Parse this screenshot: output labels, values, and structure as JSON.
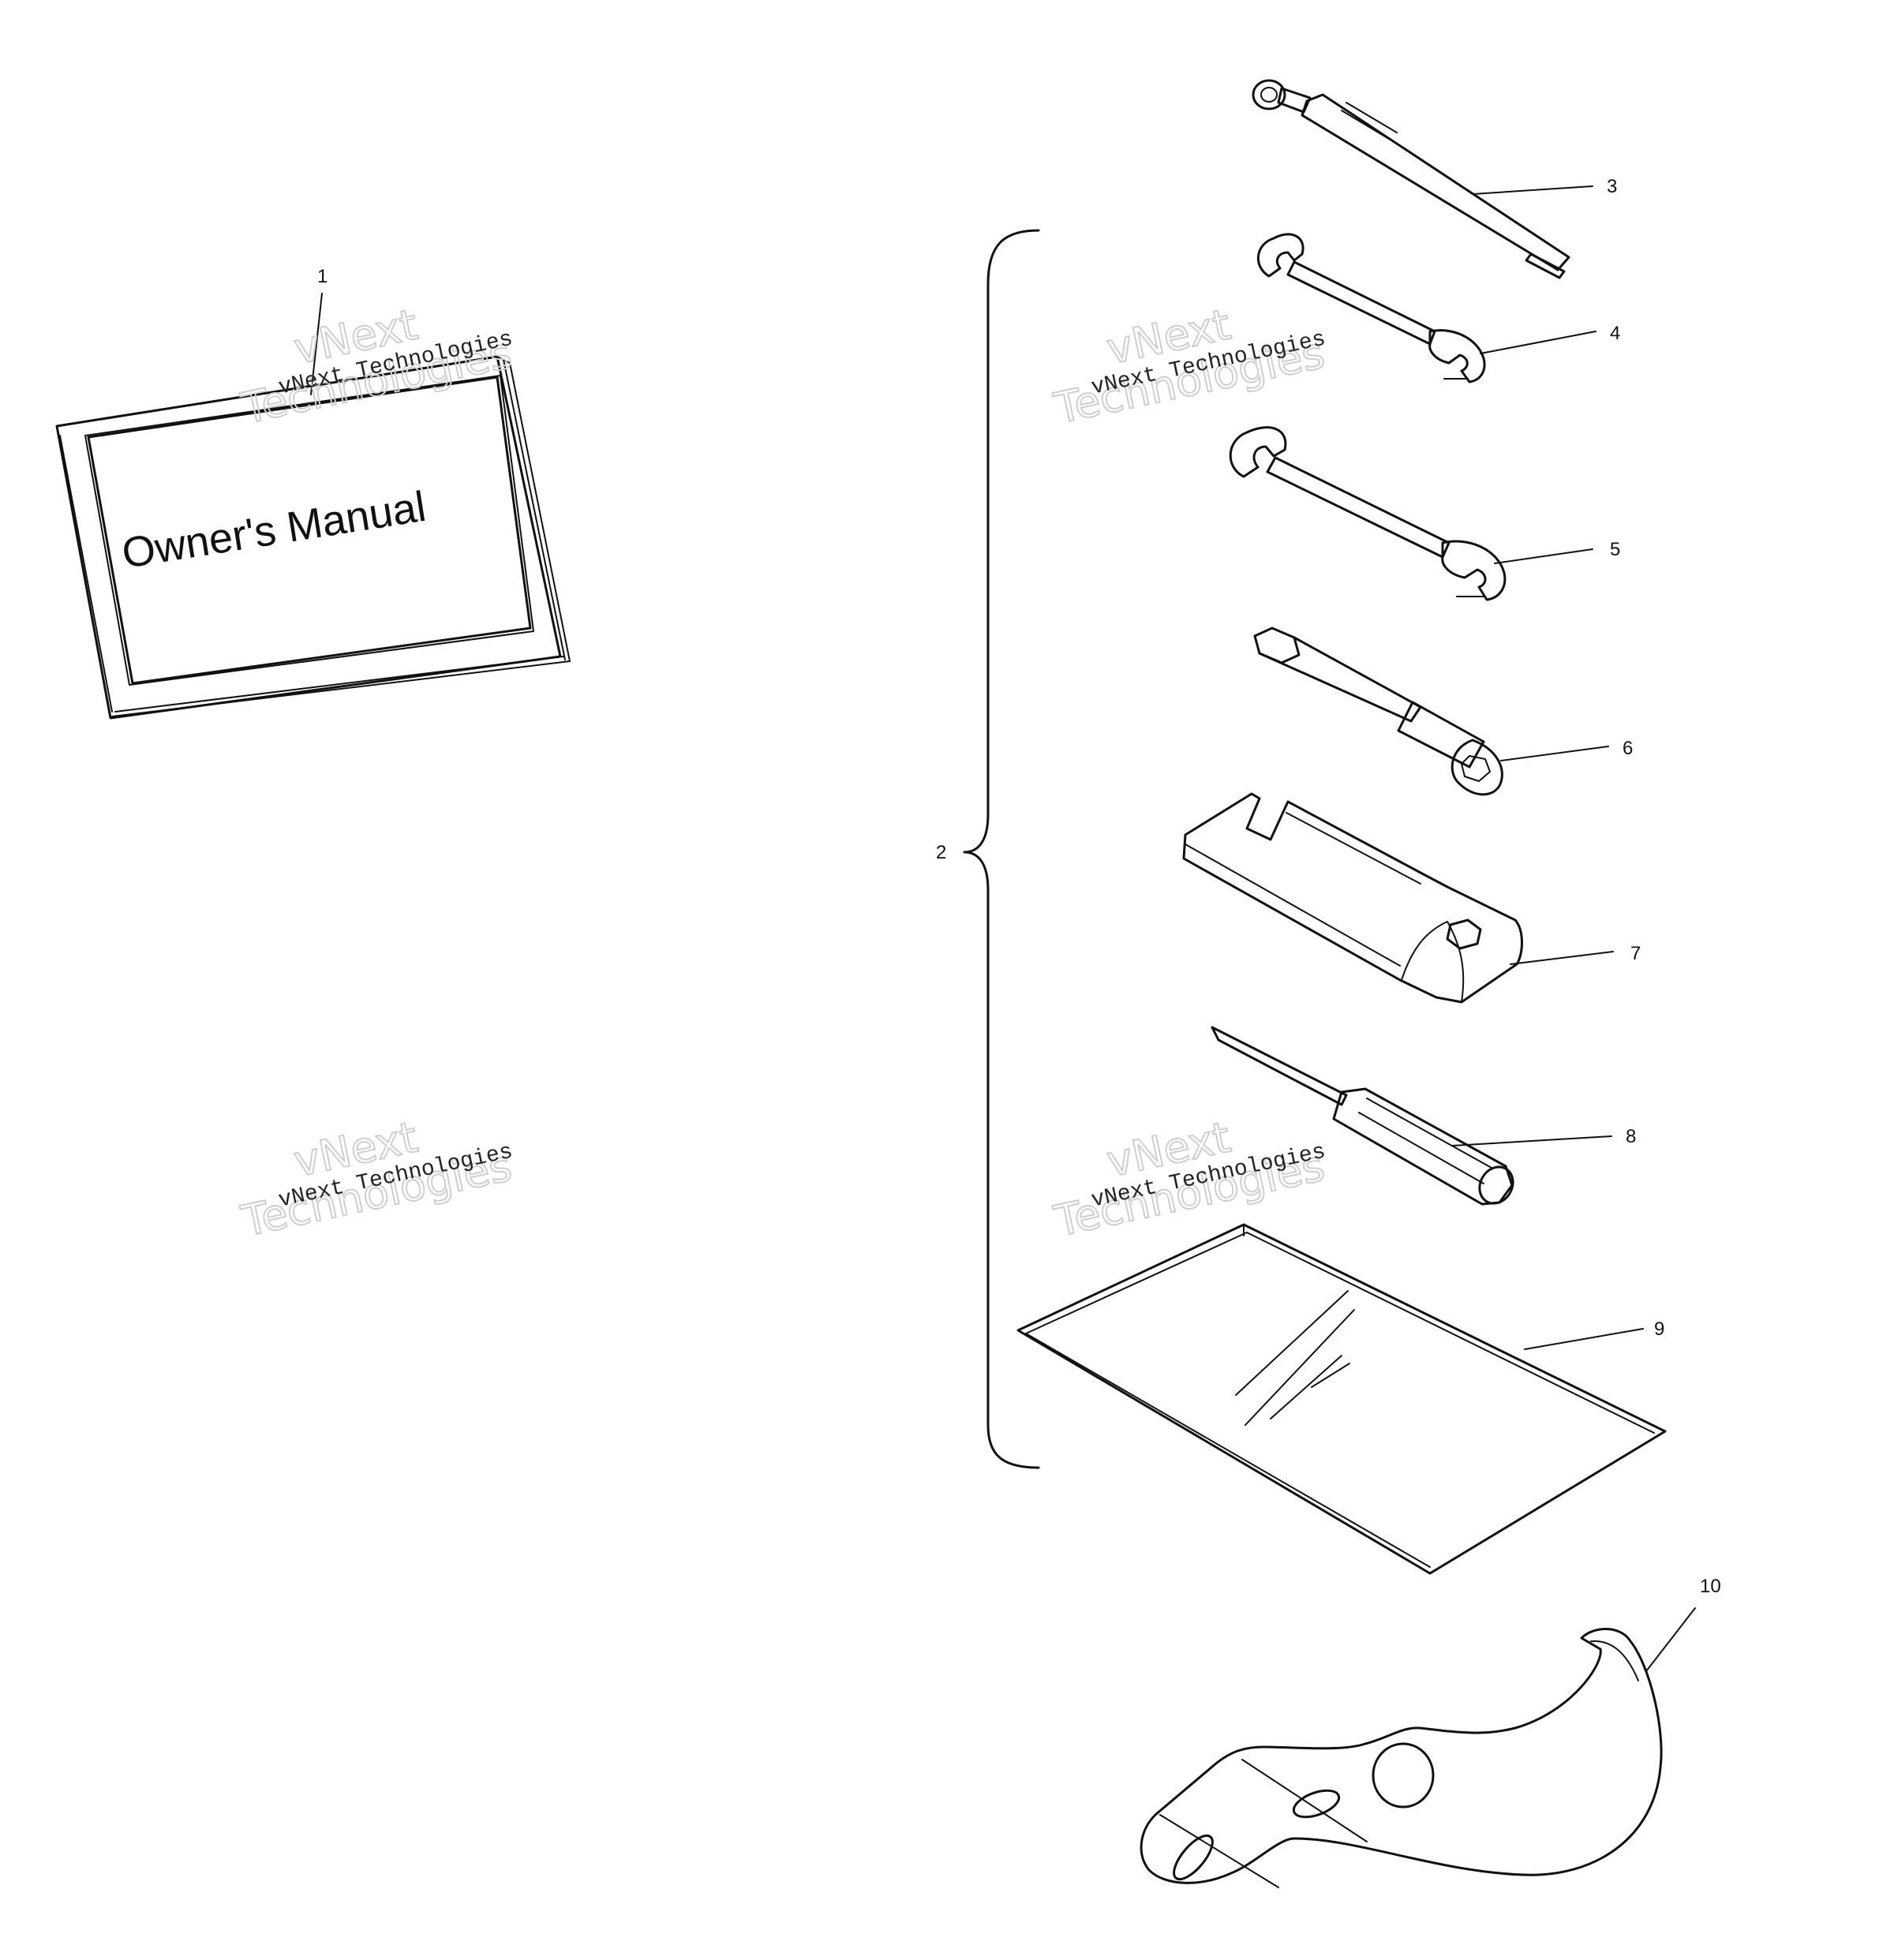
{
  "callouts": [
    "1",
    "2",
    "3",
    "4",
    "5",
    "6",
    "7",
    "8",
    "9",
    "10"
  ],
  "manual_cover_text": "Owner's Manual",
  "watermark": {
    "line_top": "vNext",
    "line_bottom": "Technologies",
    "line_small": "vNext Technologies"
  },
  "parts": [
    {
      "item": "1",
      "icon": "owners-manual-icon"
    },
    {
      "item": "2",
      "icon": "tool-kit-brace-icon"
    },
    {
      "item": "3",
      "icon": "tire-pressure-gauge-icon"
    },
    {
      "item": "4",
      "icon": "small-open-end-wrench-icon"
    },
    {
      "item": "5",
      "icon": "large-open-end-wrench-icon"
    },
    {
      "item": "6",
      "icon": "spark-plug-socket-icon"
    },
    {
      "item": "7",
      "icon": "tool-handle-bracket-icon"
    },
    {
      "item": "8",
      "icon": "screwdriver-icon"
    },
    {
      "item": "9",
      "icon": "tool-bag-icon"
    },
    {
      "item": "10",
      "icon": "hook-bracket-icon"
    }
  ]
}
